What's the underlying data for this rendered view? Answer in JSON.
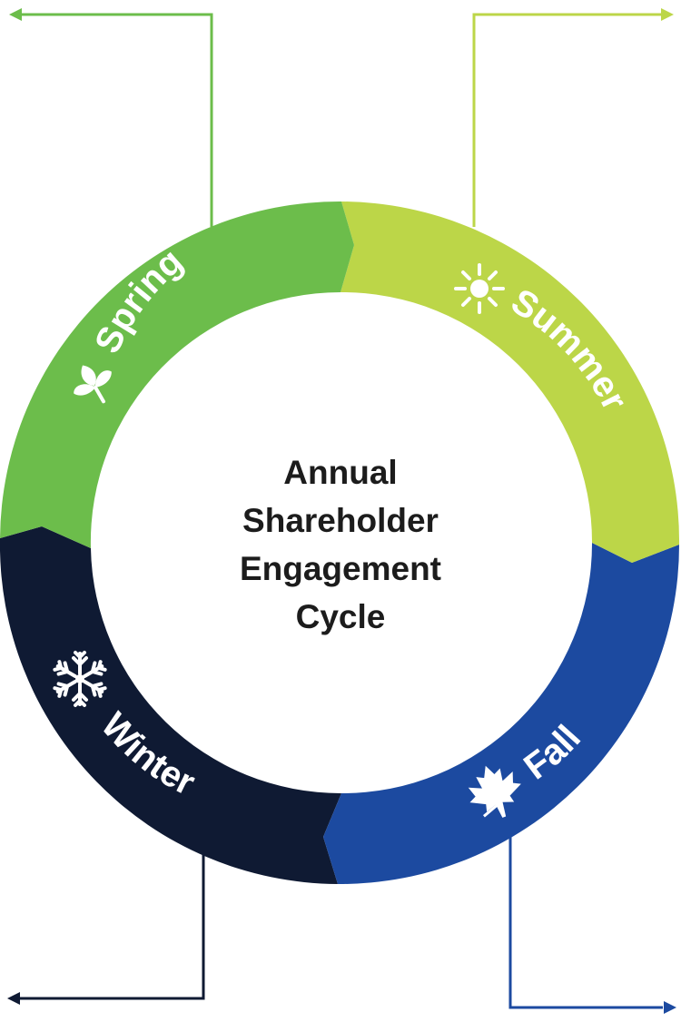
{
  "title_lines": [
    "Annual",
    "Shareholder",
    "Engagement",
    "Cycle"
  ],
  "seasons": {
    "spring": {
      "label": "Spring",
      "color": "#6cbd4b",
      "icon": "sprout-icon"
    },
    "summer": {
      "label": "Summer",
      "color": "#bcd648",
      "icon": "sun-icon"
    },
    "fall": {
      "label": "Fall",
      "color": "#1c4aa0",
      "icon": "maple-leaf-icon"
    },
    "winter": {
      "label": "Winter",
      "color": "#0f1a33",
      "icon": "snowflake-icon"
    }
  }
}
